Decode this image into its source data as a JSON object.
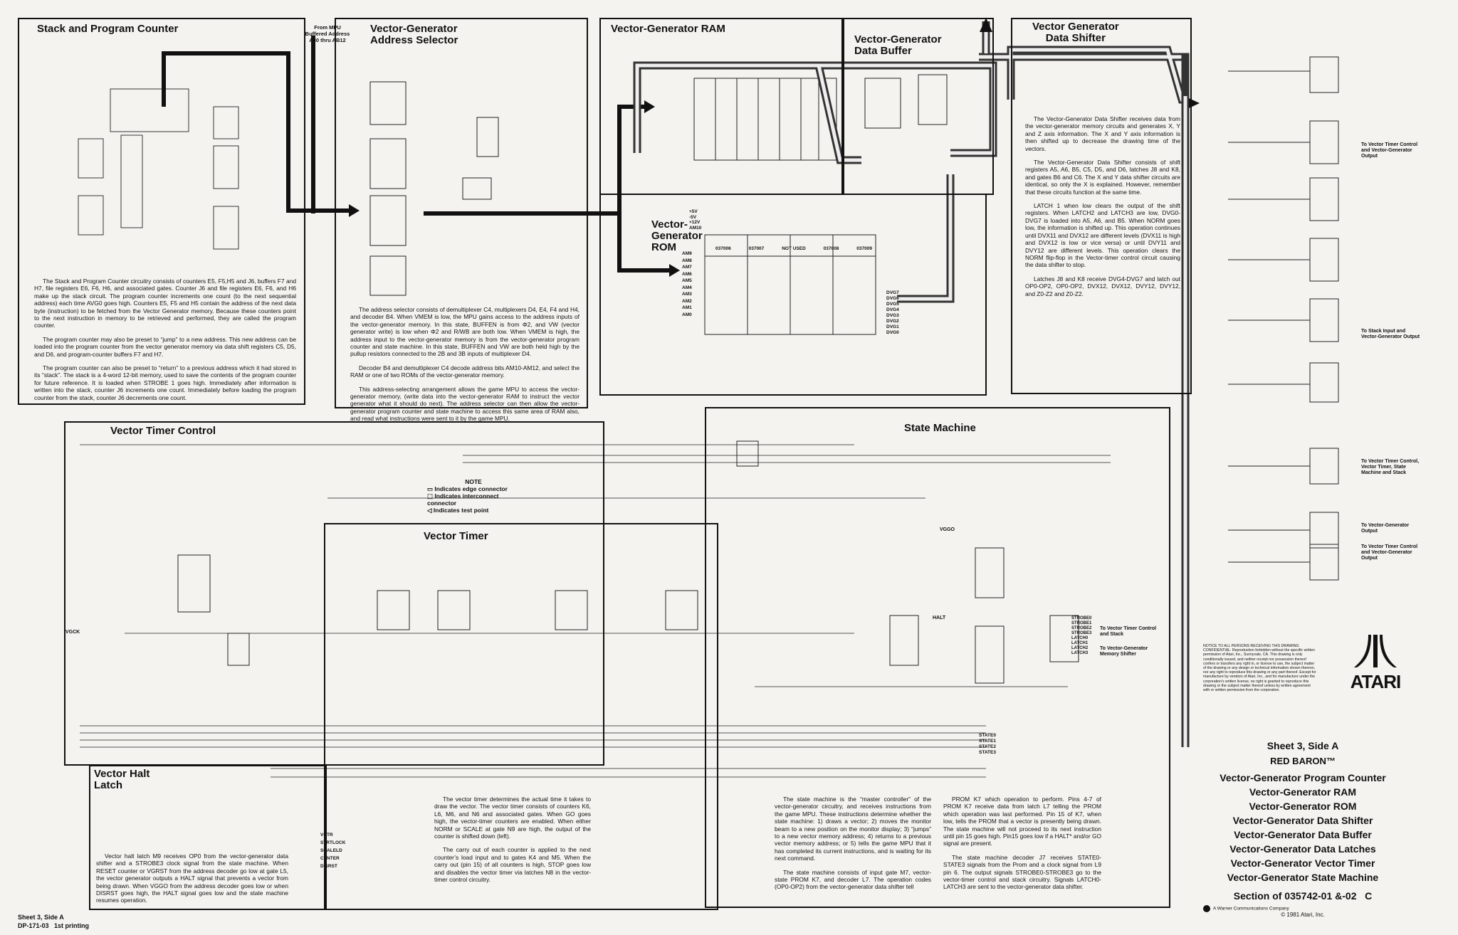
{
  "header": {
    "mpu_note": "From MPU\nBuffered Address\nA80 thru AB12"
  },
  "sections": {
    "stack": {
      "title": "Stack and Program Counter",
      "paragraphs": [
        "The Stack and Program Counter circuitry consists of counters E5, F5,H5 and J6, buffers F7 and H7, file registers E6, F6, H6, and associated gates. Counter J6 and file registers E6, F6, and H6 make up the stack circuit. The program counter increments one count (to the next sequential address) each time AVG0 goes high. Counters E5, F5 and H5 contain the address of the next data byte (instruction) to be fetched from the Vector Generator memory. Because these counters point to the next instruction in memory to be retrieved and performed, they are called the program counter.",
        "The program counter may also be preset to “jump” to a new address. This new address can be loaded into the program counter from the vector generator memory via data shift registers C5, D5, and D6, and program-counter buffers F7 and H7.",
        "The program counter can also be preset to “return” to a previous address which it had stored in its “stack”. The stack is a 4-word 12-bit memory, used to save the contents of the program counter for future reference. It is loaded when STROBE 1 goes high. Immediately after information is written into the stack, counter J6 increments one count. Immediately before loading the program counter from the stack, counter J6 decrements one count."
      ]
    },
    "address": {
      "title": "Vector-Generator Address Selector",
      "paragraphs": [
        "The address selector consists of demultiplexer C4, multiplexers D4, E4, F4 and H4, and decoder B4. When VMEM is low, the MPU gains access to the address inputs of the vector-generator memory. In this state, BUFFEN is from Φ2, and VW (vector generator write) is low when Φ2 and R/WB are both low. When VMEM is high, the address input to the vector-generator memory is from the vector-generator program counter and state machine. In this state, BUFFEN and VW are both held high by the pullup resistors connected to the 2B and 3B inputs of multiplexer D4.",
        "Decoder B4 and demultiplexer C4 decode address bits AM10-AM12, and select the RAM or one of two ROMs of the vector-generator memory.",
        "This address-selecting arrangement allows the game MPU to access the vector-generator memory, (write data into the vector-generator RAM to instruct the vector generator what it should do next). The address selector can then allow the vector-generator program counter and state machine to access this same area of RAM also, and read what instructions were sent to it by the game MPU."
      ]
    },
    "ram": {
      "title": "Vector-Generator RAM"
    },
    "rom": {
      "title": "Vector-\nGenerator\nROM"
    },
    "buffer": {
      "title": "Vector-Generator\nData Buffer"
    },
    "shifter": {
      "title": "Vector Generator\nData Shifter",
      "paragraphs": [
        "The Vector-Generator Data Shifter receives data from the vector-generator memory circuits and generates X, Y and Z axis information. The X and Y axis information is then shifted up to decrease the drawing time of the vectors.",
        "The Vector-Generator Data Shifter consists of shift registers A5, A6, B5, C5, D5, and D6, latches J8 and K8, and gates B6 and C6. The X and Y data shifter circuits are identical, so only the X is explained. However, remember that these circuits function at the same time.",
        "LATCH 1 when low clears the output of the shift registers. When LATCH2 and LATCH3 are low, DVG0-DVG7 is loaded into A5, A6, and B5. When NORM goes low, the information is shifted up. This operation continues until DVX11 and DVX12 are different levels (DVX11 is high and DVX12 is low or vice versa) or until DVY11 and DVY12 are different levels. This operation clears the NORM flip-flop in the Vector-timer control circuit causing the data shifter to stop.",
        "Latches J8 and K8 receive DVG4-DVG7 and latch out OP0-OP2, OP0-OP2, DVX12, DVX12, DVY12, DVY12, and Z0-Z2 and Z0-Z2."
      ]
    },
    "timer_control": {
      "title": "Vector Timer Control"
    },
    "timer": {
      "title": "Vector Timer",
      "paragraphs": [
        "The vector timer determines the actual time it takes to draw the vector. The vector timer consists of counters K6, L6, M6, and N6 and associated gates. When GO goes high, the vector-timer counters are enabled. When either NORM or SCALE at gate N9 are high, the output of the counter is shifted down (left).",
        "The carry out of each counter is applied to the next counter’s load input and to gates K4 and M5. When the carry out (pin 15) of all counters is high, STOP goes low and disables the vector timer via latches N8 in the vector-timer control circuitry."
      ]
    },
    "state_machine": {
      "title": "State Machine",
      "paragraphs_left": [
        "The state machine is the “master controller” of the vector-generator circuitry, and receives instructions from the game MPU. These instructions determine whether the state machine: 1) draws a vector; 2) moves the monitor beam to a new position on the monitor display; 3) “jumps” to a new vector memory address; 4) returns to a previous vector memory address; or 5) tells the game MPU that it has completed its current instructions, and is waiting for its next command.",
        "The state machine consists of input gate M7, vector-state PROM K7, and decoder L7. The operation codes (OP0-OP2) from the vector-generator data shifter tell"
      ],
      "paragraphs_right": [
        "PROM K7 which operation to perform. Pins 4-7 of PROM K7 receive data from latch L7 telling the PROM which operation was last performed. Pin 15 of K7, when low, tells the PROM that a vector is presently being drawn. The state machine will not proceed to its next instruction until pin 15 goes high. Pin15 goes low if a HALT* and/or GO signal are present.",
        "The state machine decoder J7 receives STATE0-STATE3 signals from the Prom and a clock signal from L9 pin 6. The output signals STROBE0-STROBE3 go to the vector-timer control and stack circuitry. Signals LATCH0-LATCH3 are sent to the vector-generator data shifter."
      ]
    },
    "halt": {
      "title": "Vector Halt\nLatch",
      "paragraphs": [
        "Vector halt latch M9 receives OP0 from the vector-generator data shifter and a STROBE3 clock signal from the state machine. When RESET counter or VGRST from the address decoder go low at gate L5, the vector generator outputs a HALT signal that prevents a vector from being drawn. When VGGO from the address decoder goes low or when DISRST goes high, the HALT signal goes low and the state machine resumes operation."
      ]
    }
  },
  "legend": {
    "title": "NOTE",
    "items": [
      "Indicates edge connector",
      "Indicates interconnect connector",
      "Indicates test point"
    ]
  },
  "outputs": {
    "out1": "To Vector Timer Control\nand Vector-Generator\nOutput",
    "out2": "To Stack Input and\nVector-Generator Output",
    "out3": "To Vector Timer Control,\nVector Timer, State\nMachine and Stack",
    "out4": "To Vector-Generator\nOutput",
    "out5": "To Vector Timer Control\nand Vector-Generator\nOutput",
    "sm_out1": "To Vector Timer Control\nand Stack",
    "sm_out2": "To Vector-Generator\nMemory Shifter"
  },
  "signals": {
    "vggk": "VGCK",
    "halt": "HALT",
    "vgso": "VGGO",
    "dvg": [
      "DVG7",
      "DVG6",
      "DVG5",
      "DVG4",
      "DVG3",
      "DVG2",
      "DVG1",
      "DVG0"
    ],
    "am": [
      "AM9",
      "AM8",
      "AM7",
      "AM6",
      "AM5",
      "AM4",
      "AM3",
      "AM2",
      "AM1",
      "AM0"
    ],
    "rom_parts": [
      "037006",
      "037007",
      "NOT USED",
      "037008",
      "037009"
    ],
    "rom_labels": [
      "+5V",
      "-5V",
      "+12V",
      "AM10"
    ],
    "halt_outputs": [
      "VCTR",
      "STRTLOCK",
      "SCALELD",
      "CENTER",
      "DISRST"
    ],
    "state_outputs": [
      "STATE0",
      "STATE1",
      "STATE2",
      "STATE3"
    ],
    "latch_outputs": [
      "STROBE0",
      "STROBE1",
      "STROBE2",
      "STROBE3",
      "LATCH0",
      "LATCH1",
      "LATCH2",
      "LATCH3"
    ]
  },
  "notice": "NOTICE TO ALL PERSONS RECEIVING THIS DRAWING\nCONFIDENTIAL: Reproduction forbidden without the specific written permission of Atari, Inc., Sunnyvale, CA. This drawing is only conditionally issued, and neither receipt nor possession thereof confers or transfers any right in, or license to use, the subject matter of the drawing or any design or technical information shown thereon, nor any right to reproduce this drawing or any part thereof. Except for manufacture by vendors of Atari, Inc., and for manufacture under the corporation’s written license, no right is granted to reproduce this drawing or the subject matter thereof unless by written agreement with or written permission from the corporation.",
  "brand": {
    "logo_text": "ATARI"
  },
  "title_block": {
    "sheet": "Sheet 3, Side A",
    "game": "RED BARON™",
    "lines": [
      "Vector-Generator Program Counter",
      "Vector-Generator RAM",
      "Vector-Generator ROM",
      "Vector-Generator Data Shifter",
      "Vector-Generator Data Buffer",
      "Vector-Generator Data Latches",
      "Vector-Generator Vector Timer",
      "Vector-Generator State Machine"
    ],
    "section": "Section of 035742-01 &-02   C",
    "copyright": "© 1981 Atari, Inc.",
    "warner": "A Warner Communications Company"
  },
  "footer": {
    "sheet": "Sheet 3, Side A",
    "doc": "DP-171-03   1st printing"
  }
}
